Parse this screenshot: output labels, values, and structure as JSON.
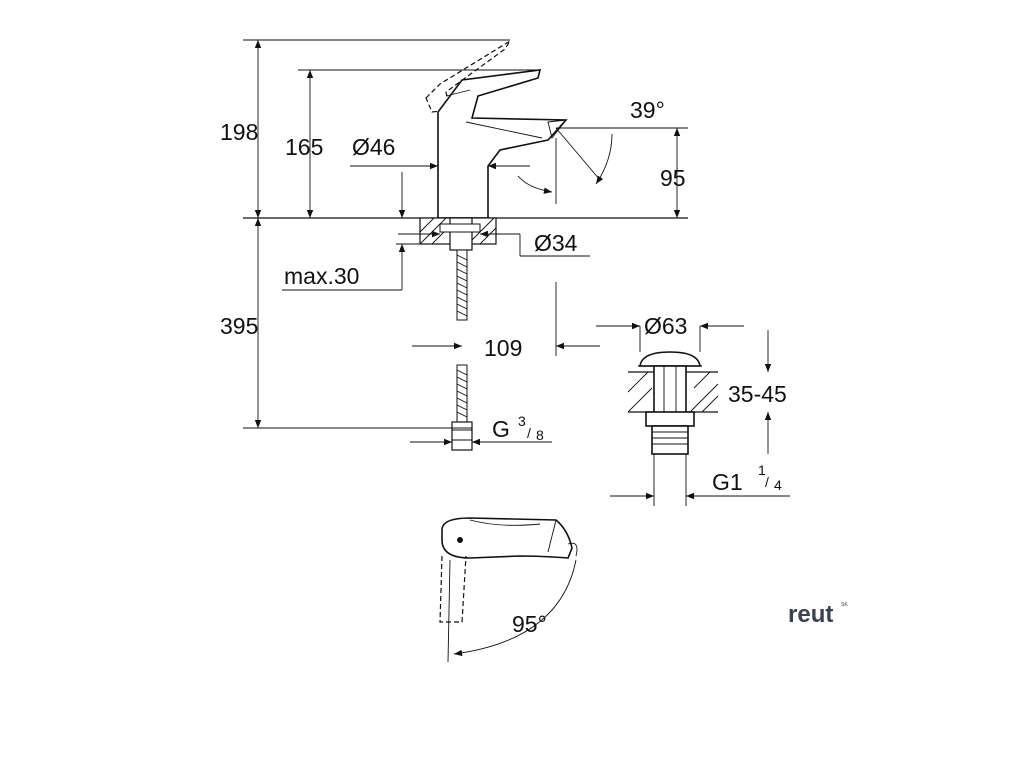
{
  "dimensions": {
    "height_total": "198",
    "height_spout": "165",
    "diameter_body": "Ø46",
    "spout_angle": "39°",
    "spout_height": "95",
    "diameter_hole": "Ø34",
    "max_thickness": "max.30",
    "hose_length": "395",
    "projection": "109",
    "connection_thread": "G",
    "connection_num": "3",
    "connection_den": "8",
    "waste_diameter": "Ø63",
    "waste_range": "35-45",
    "waste_thread": "G1",
    "waste_num": "1",
    "waste_den": "4",
    "swivel_angle": "95°"
  },
  "logo": {
    "word": "reut",
    "tag": "SK"
  },
  "colors": {
    "line": "#111111",
    "logo": "#3a4252"
  }
}
